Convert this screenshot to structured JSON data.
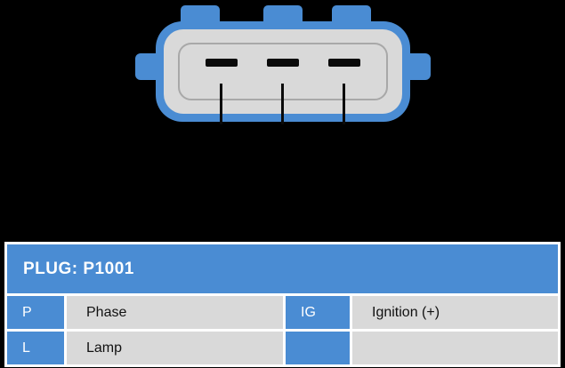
{
  "colors": {
    "accent_blue": "#4A8CD3",
    "cell_gray": "#D9D9D9",
    "background_black": "#000000",
    "border_white": "#FFFFFF"
  },
  "diagram": {
    "type": "3-pin-plug-connector",
    "pin_count": 3
  },
  "plug_table": {
    "title": "PLUG: P1001",
    "rows": [
      {
        "pin1": "P",
        "desc1": "Phase",
        "pin2": "IG",
        "desc2": "Ignition (+)"
      },
      {
        "pin1": "L",
        "desc1": "Lamp",
        "pin2": "",
        "desc2": ""
      }
    ]
  }
}
